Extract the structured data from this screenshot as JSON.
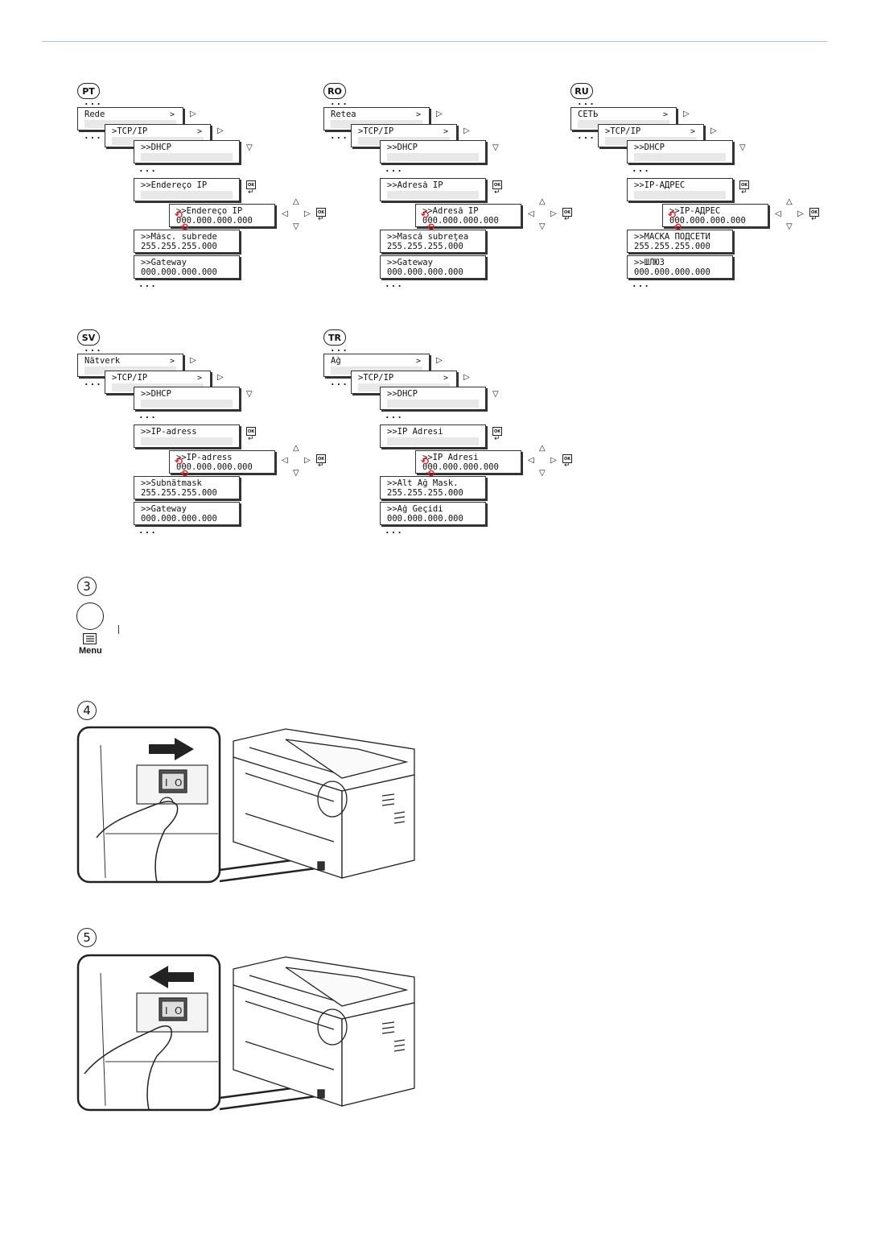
{
  "panels": [
    {
      "lang": "PT",
      "network": "Rede",
      "tcpip": ">TCP/IP",
      "dhcp": ">>DHCP",
      "ip_label": ">>Endereço IP",
      "ip_edit": ">>Endereço IP",
      "ip_value": "000.000.000.000",
      "mask_label": ">>Másc. subrede",
      "mask_value": "255.255.255.000",
      "gw_label": ">>Gateway",
      "gw_value": "000.000.000.000"
    },
    {
      "lang": "RO",
      "network": "Retea",
      "tcpip": ">TCP/IP",
      "dhcp": ">>DHCP",
      "ip_label": ">>Adresă IP",
      "ip_edit": ">>Adresă IP",
      "ip_value": "000.000.000.000",
      "mask_label": ">>Mască subreţea",
      "mask_value": "255.255.255.000",
      "gw_label": ">>Gateway",
      "gw_value": "000.000.000.000"
    },
    {
      "lang": "RU",
      "network": "СЕТЬ",
      "tcpip": ">TCP/IP",
      "dhcp": ">>DHCP",
      "ip_label": ">>IP-АДРЕС",
      "ip_edit": ">>IP-АДРЕС",
      "ip_value": "000.000.000.000",
      "mask_label": ">>МАСКА ПОДСЕТИ",
      "mask_value": "255.255.255.000",
      "gw_label": ">>ШЛЮЗ",
      "gw_value": "000.000.000.000"
    },
    {
      "lang": "SV",
      "network": "Nätverk",
      "tcpip": ">TCP/IP",
      "dhcp": ">>DHCP",
      "ip_label": ">>IP-adress",
      "ip_edit": ">>IP-adress",
      "ip_value": "000.000.000.000",
      "mask_label": ">>Subnätmask",
      "mask_value": "255.255.255.000",
      "gw_label": ">>Gateway",
      "gw_value": "000.000.000.000"
    },
    {
      "lang": "TR",
      "network": "Ağ",
      "tcpip": ">TCP/IP",
      "dhcp": ">>DHCP",
      "ip_label": ">>IP Adresi",
      "ip_edit": ">>IP Adresi",
      "ip_value": "000.000.000.000",
      "mask_label": ">>Alt Ağ Mask.",
      "mask_value": "255.255.255.000",
      "gw_label": ">>Ağ Geçidi",
      "gw_value": "000.000.000.000"
    }
  ],
  "common": {
    "ellipsis": "...",
    "chevron": ">",
    "ok": "OK",
    "enter": "↵",
    "tri_right": "▷",
    "tri_left": "◁",
    "tri_up": "△",
    "tri_down": "▽",
    "blink": "⟲"
  },
  "steps": {
    "three": "3",
    "four": "4",
    "five": "5"
  },
  "menu_key": {
    "label": "Menu",
    "icon": "menu-icon"
  },
  "power_switch": {
    "step4_arrow": "right",
    "step5_arrow": "left",
    "switch_marks": [
      "I",
      "O"
    ]
  }
}
